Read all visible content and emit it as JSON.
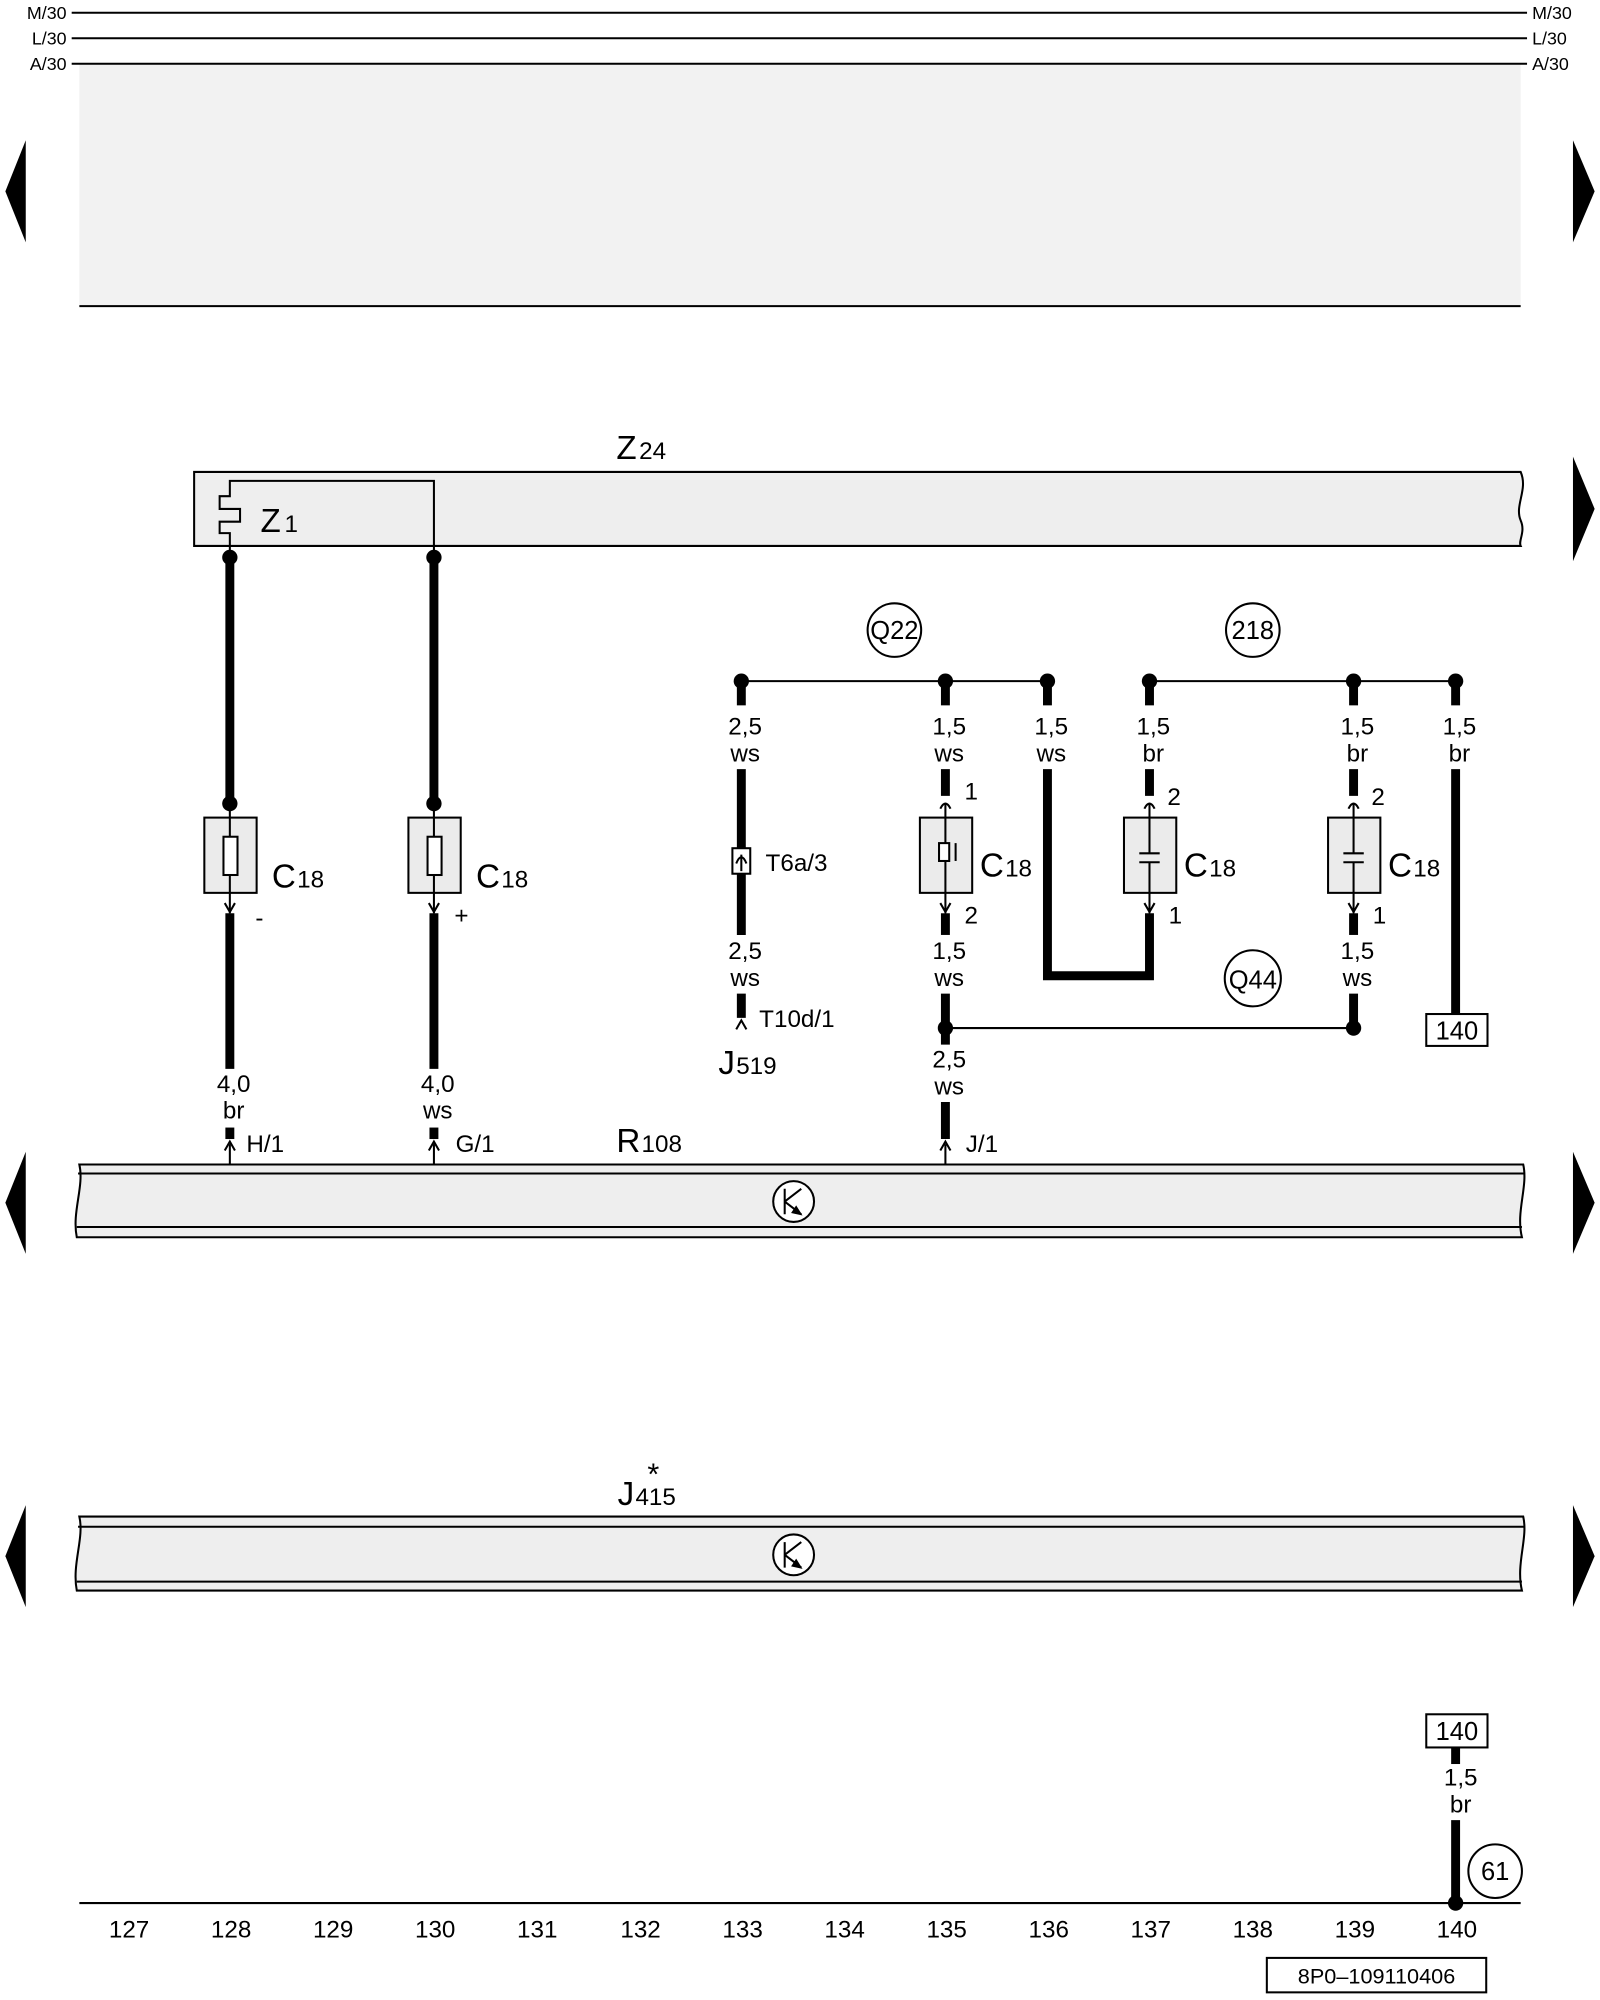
{
  "bus": {
    "left": {
      "m30": "M/30",
      "l30": "L/30",
      "a30": "A/30"
    },
    "right": {
      "m30": "M/30",
      "l30": "L/30",
      "a30": "A/30"
    }
  },
  "z24": {
    "letter": "Z",
    "num": "24"
  },
  "z1": {
    "letter": "Z",
    "num": "1"
  },
  "r108": {
    "letter": "R",
    "num": "108",
    "pins": {
      "h1": "H/1",
      "g1": "G/1",
      "j1": "J/1"
    }
  },
  "j415": {
    "letter": "J",
    "num": "415",
    "note_mark": "*"
  },
  "j519": {
    "letter": "J",
    "num": "519",
    "pin": "T10d/1"
  },
  "t6a3": "T6a/3",
  "c18": [
    {
      "letter": "C",
      "num": "18",
      "pole": "-"
    },
    {
      "letter": "C",
      "num": "18",
      "pole": "+"
    },
    {
      "letter": "C",
      "num": "18",
      "pin_top": "1",
      "pin_bottom": "2"
    },
    {
      "letter": "C",
      "num": "18",
      "pin_top": "2",
      "pin_bottom": "1"
    },
    {
      "letter": "C",
      "num": "18",
      "pin_top": "2",
      "pin_bottom": "1"
    }
  ],
  "wires": {
    "w128": {
      "size": "4,0",
      "color": "br"
    },
    "w130": {
      "size": "4,0",
      "color": "ws"
    },
    "w133_upper": {
      "size": "2,5",
      "color": "ws"
    },
    "w133_lower": {
      "size": "2,5",
      "color": "ws"
    },
    "w135_upper": {
      "size": "1,5",
      "color": "ws"
    },
    "w135_middle": {
      "size": "1,5",
      "color": "ws"
    },
    "w135_lower": {
      "size": "2,5",
      "color": "ws"
    },
    "w136": {
      "size": "1,5",
      "color": "ws"
    },
    "w137": {
      "size": "1,5",
      "color": "br"
    },
    "w139_upper": {
      "size": "1,5",
      "color": "br"
    },
    "w139_lower": {
      "size": "1,5",
      "color": "ws"
    },
    "w140_upper": {
      "size": "1,5",
      "color": "br"
    },
    "w140_lower": {
      "size": "1,5",
      "color": "br"
    }
  },
  "splices": {
    "q22": "Q22",
    "s218": "218",
    "q44": "Q44",
    "g61": "61"
  },
  "cross_refs": {
    "upper": "140",
    "lower": "140"
  },
  "columns": [
    "127",
    "128",
    "129",
    "130",
    "131",
    "132",
    "133",
    "134",
    "135",
    "136",
    "137",
    "138",
    "139",
    "140"
  ],
  "doc_id": "8P0–109110406",
  "colors": {
    "line": "#000000",
    "fill": "#eeeeee",
    "background": "#ffffff"
  }
}
